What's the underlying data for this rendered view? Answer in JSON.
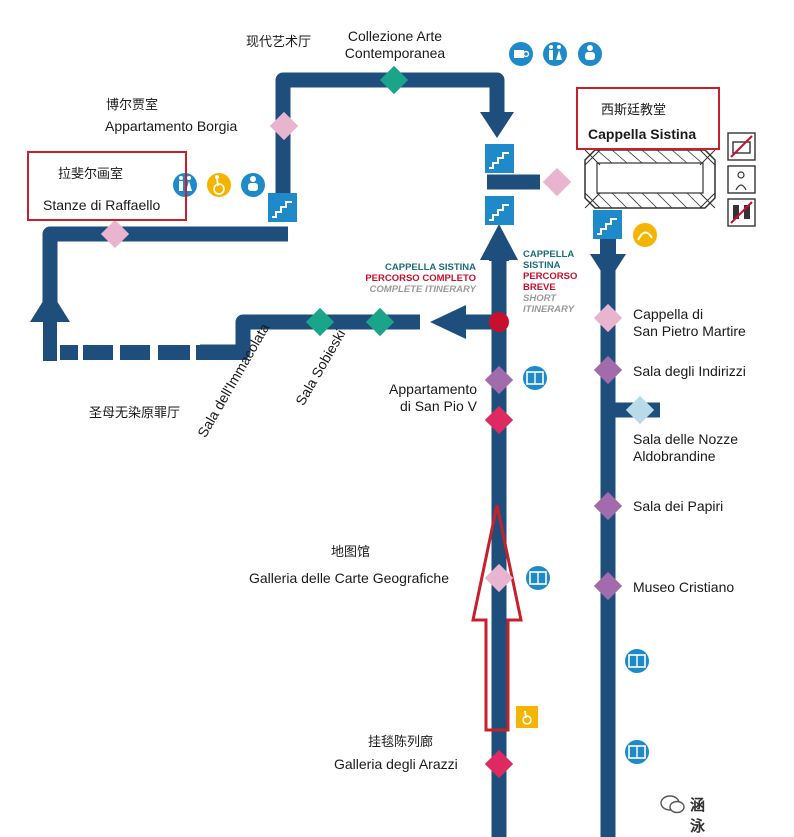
{
  "colors": {
    "line": "#1d4e7c",
    "teal": "#1aa58b",
    "pink": "#e8b4cf",
    "magenta": "#de2a63",
    "purple": "#a26bab",
    "lightblue": "#b9dbe9",
    "icon_blue": "#1e8ac9",
    "icon_yellow": "#f4b400",
    "highlight_red": "#c8202b",
    "red_dot": "#c8102e"
  },
  "labels": {
    "modern_art_cn": "现代艺术厅",
    "modern_art_it": "Collezione Arte\nContemporanea",
    "borgia_cn": "博尔贾室",
    "borgia_it": "Appartamento Borgia",
    "raphael_cn": "拉斐尔画室",
    "raphael_it": "Stanze di Raffaello",
    "sistine_cn": "西斯廷教堂",
    "sistine_it": "Cappella Sistina",
    "immacolata_it": "Sala dell'Immacolata",
    "sobieski_it": "Sala Sobieski",
    "immacolata_cn": "圣母无染原罪厅",
    "san_pio_it": "Appartamento\ndi San Pio V",
    "maps_cn": "地图馆",
    "maps_it": "Galleria delle Carte Geografiche",
    "tapestry_cn": "挂毯陈列廊",
    "tapestry_it": "Galleria degli Arazzi",
    "san_pietro_it": "Cappella di\nSan Pietro Martire",
    "indirizzi_it": "Sala degli Indirizzi",
    "nozze_it": "Sala delle Nozze\nAldobrandine",
    "papiri_it": "Sala dei Papiri",
    "cristiano_it": "Museo Cristiano"
  },
  "routes": {
    "complete_1": "CAPPELLA SISTINA",
    "complete_2": "PERCORSO COMPLETO",
    "complete_3": "COMPLETE ITINERARY",
    "short_1": "CAPPELLA",
    "short_2": "SISTINA",
    "short_3": "PERCORSO",
    "short_4": "BREVE",
    "short_5": "SHORT",
    "short_6": "ITINERARY"
  },
  "icons": {
    "services_top": [
      "cafe-icon",
      "restrooms-icon",
      "baby-change-icon"
    ],
    "services_raphael": [
      "restrooms-icon",
      "wheelchair-icon",
      "baby-change-icon"
    ],
    "sistine_rules": [
      "no-photo-icon",
      "silence-icon",
      "dress-code-icon"
    ],
    "book": "book-icon",
    "stairs": "stairs-icon",
    "elevator": "wheelchair-lift-icon",
    "audio": "audio-guide-icon"
  },
  "watermark": "涵泳世界"
}
